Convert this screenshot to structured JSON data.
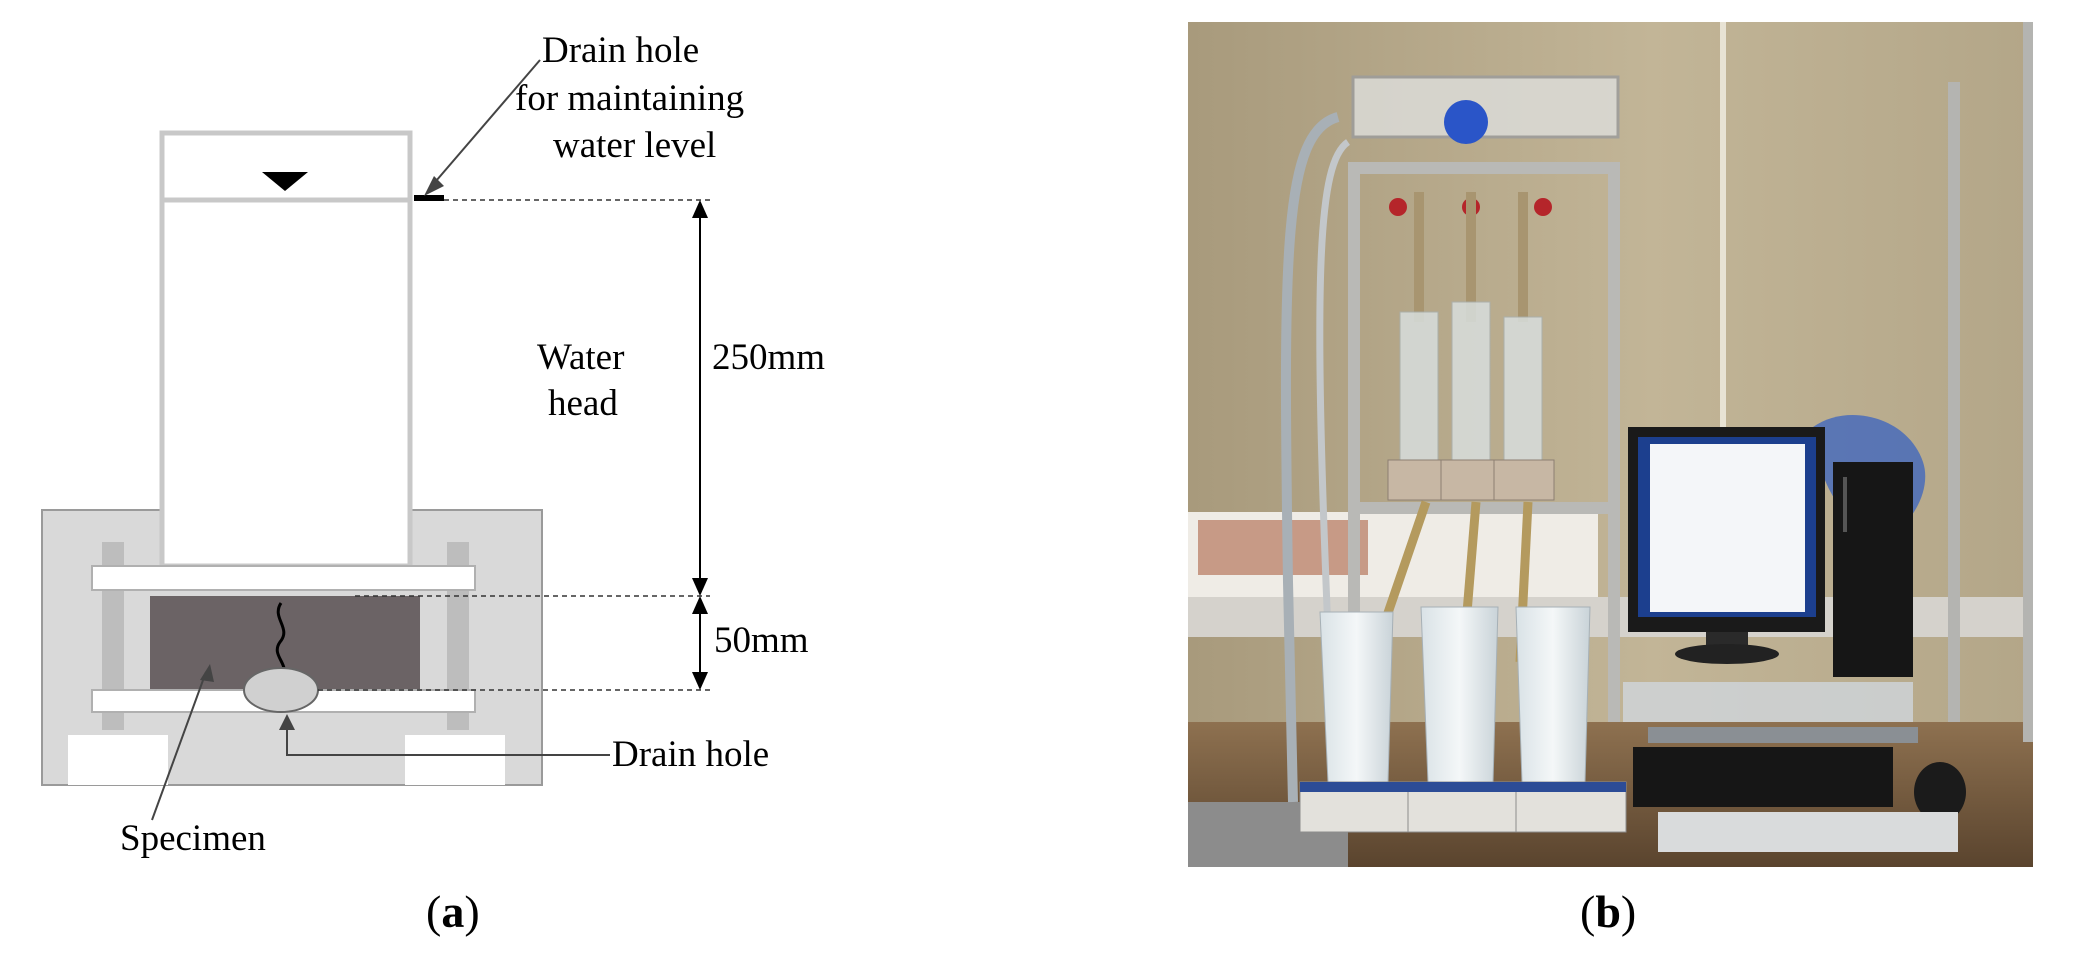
{
  "panel_a": {
    "label_drain_top_line1": "Drain hole",
    "label_drain_top_line2": "for maintaining",
    "label_drain_top_line3": "water level",
    "label_water_head_line1": "Water",
    "label_water_head_line2": "head",
    "dim_water_head": "250mm",
    "dim_specimen": "50mm",
    "label_drain_bottom": "Drain hole",
    "label_specimen": "Specimen",
    "caption_letter": "a"
  },
  "panel_b": {
    "caption_letter": "b"
  },
  "colors": {
    "frame_gray": "#d4d4d4",
    "frame_stroke": "#9a9a9a",
    "specimen": "#6b6365",
    "wall": "#b6a98c"
  }
}
